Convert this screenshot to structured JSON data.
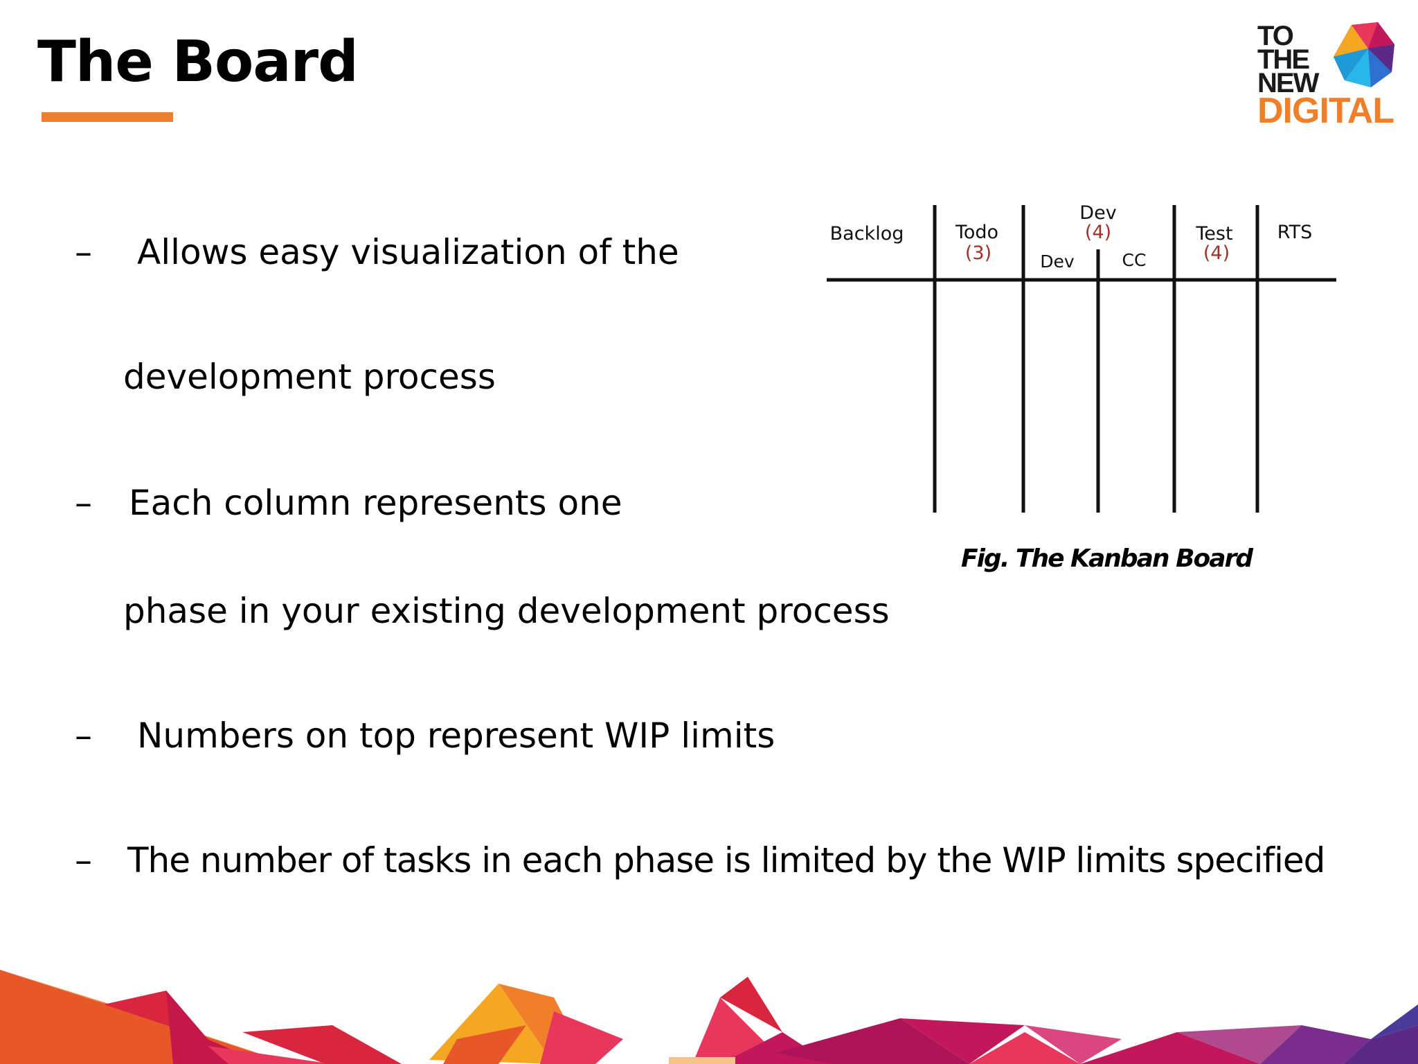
{
  "slide": {
    "title": "The Board",
    "accent_color": "#f07f2a"
  },
  "logo": {
    "line1": "TO",
    "line2": "THE",
    "line3": "NEW",
    "line4": "DIGITAL",
    "icon": "polygon-gem-icon"
  },
  "bullets": [
    {
      "dash": "–",
      "lines": [
        "Allows easy visualization of the",
        "development process"
      ]
    },
    {
      "dash": "–",
      "lines": [
        "Each column represents one",
        "phase in your existing development   process"
      ]
    },
    {
      "dash": "–",
      "lines": [
        "Numbers on top represent WIP limits"
      ]
    },
    {
      "dash": "–",
      "lines": [
        "The number of tasks in each phase is limited by the WIP limits specified"
      ]
    }
  ],
  "board": {
    "columns": [
      {
        "label": "Backlog",
        "limit": ""
      },
      {
        "label": "Todo",
        "limit": "(3)"
      },
      {
        "label": "Dev",
        "limit": "(4)",
        "sub": [
          "Dev",
          "CC"
        ]
      },
      {
        "label": "Test",
        "limit": "(4)"
      },
      {
        "label": "RTS",
        "limit": ""
      }
    ],
    "limit_color": "#a0302a",
    "caption": "Fig. The Kanban Board"
  }
}
